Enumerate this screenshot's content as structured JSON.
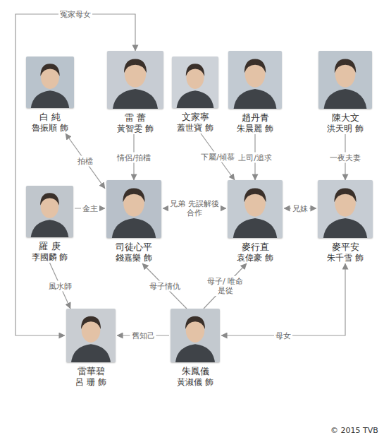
{
  "diagram": {
    "nodes": [
      {
        "text": [
          "白 純",
          "魯振順 飾"
        ]
      },
      {
        "text": [
          "雷 蕾",
          "黃智雯 飾"
        ]
      },
      {
        "text": [
          "文家寧",
          "蓋世寶 飾"
        ]
      },
      {
        "text": [
          "趙丹青",
          "朱晨麗 飾"
        ]
      },
      {
        "text": [
          "陳大文",
          "洪天明 飾"
        ]
      },
      {
        "text": [
          "羅 庚",
          "李國麟 飾"
        ]
      },
      {
        "text": [
          "司徒心平",
          "錢嘉樂 飾"
        ]
      },
      {
        "text": [
          "麥行直",
          "袁偉豪 飾"
        ]
      },
      {
        "text": [
          "麥平安",
          "朱千雪 飾"
        ]
      },
      {
        "text": [
          "雷華碧",
          "呂 珊 飾"
        ]
      },
      {
        "text": [
          "朱鳳儀",
          "黃淑儀 飾"
        ]
      }
    ],
    "edges": [
      {
        "from": 9,
        "to": 1,
        "label": "冤家母女",
        "arrow": "both"
      },
      {
        "from": 0,
        "to": 6,
        "label": "拍檔",
        "arrow": "both"
      },
      {
        "from": 1,
        "to": 6,
        "label": "情侶/拍檔",
        "arrow": "to"
      },
      {
        "from": 2,
        "to": 7,
        "label": "下屬/傾慕",
        "arrow": "to"
      },
      {
        "from": 3,
        "to": 7,
        "label": "上司/追求",
        "arrow": "to"
      },
      {
        "from": 4,
        "to": 8,
        "label": "一夜夫妻",
        "arrow": "to"
      },
      {
        "from": 5,
        "to": 6,
        "label": "金主",
        "arrow": "to"
      },
      {
        "from": 6,
        "to": 7,
        "label": "兄弟 先誤解後合作",
        "arrow": "both"
      },
      {
        "from": 7,
        "to": 8,
        "label": "兄妹",
        "arrow": "both"
      },
      {
        "from": 5,
        "to": 9,
        "label": "風水師",
        "arrow": "to"
      },
      {
        "from": 10,
        "to": 6,
        "label": "母子情仇",
        "arrow": "to"
      },
      {
        "from": 10,
        "to": 7,
        "label": "母子/ 唯命是從",
        "arrow": "to"
      },
      {
        "from": 10,
        "to": 9,
        "label": "舊知己",
        "arrow": "to"
      },
      {
        "from": 10,
        "to": 8,
        "label": "母女",
        "arrow": "both"
      }
    ],
    "labels": [
      "© 2015 TVB"
    ]
  }
}
